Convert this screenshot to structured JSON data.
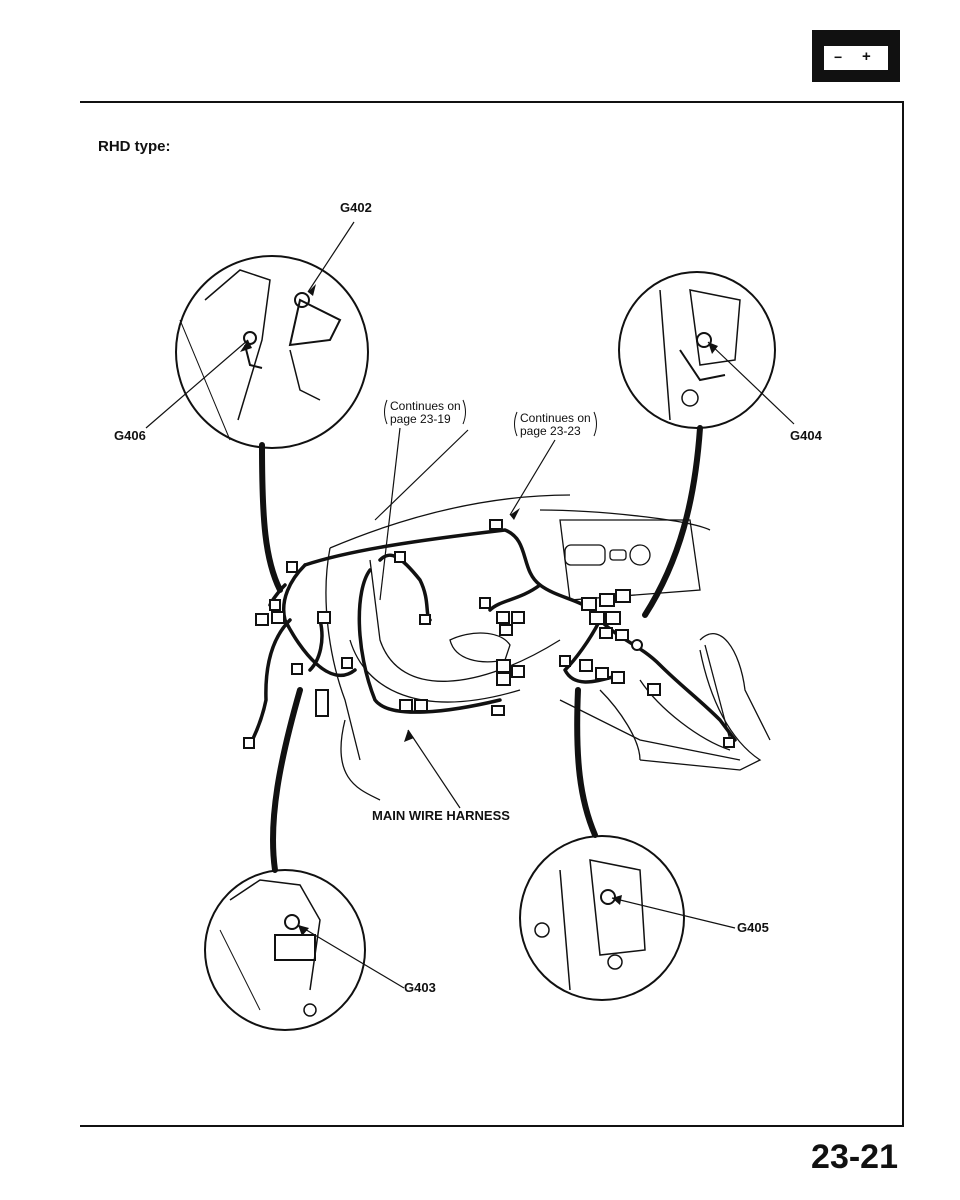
{
  "header": {
    "icon": "battery-icon",
    "battery_minus": "−",
    "battery_plus": "+"
  },
  "section": {
    "title": "RHD type:"
  },
  "diagram": {
    "ground_labels": {
      "g402": "G402",
      "g406": "G406",
      "g404": "G404",
      "g403": "G403",
      "g405": "G405"
    },
    "continues_left": {
      "line1": "Continues on",
      "line2": "page 23-19"
    },
    "continues_right": {
      "line1": "Continues on",
      "line2": "page 23-23"
    },
    "harness_label": "MAIN WIRE HARNESS"
  },
  "footer": {
    "page_number": "23-21"
  }
}
